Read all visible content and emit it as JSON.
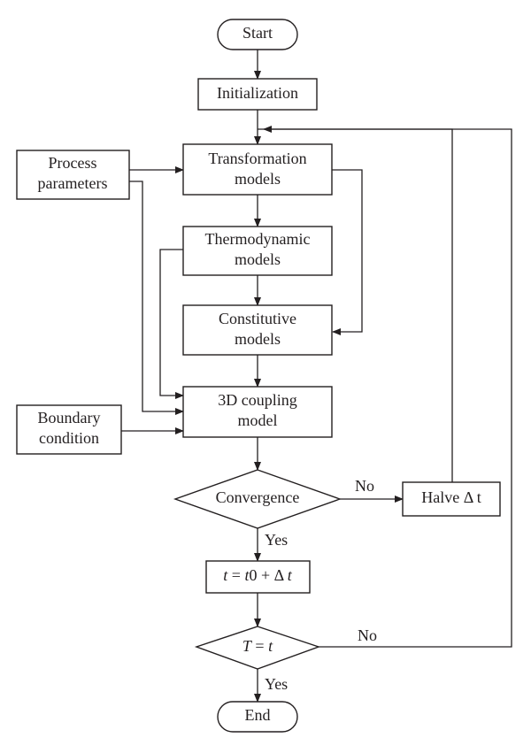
{
  "nodes": {
    "start": "Start",
    "initialization": "Initialization",
    "process_parameters": [
      "Process",
      "parameters"
    ],
    "transformation_models": [
      "Transformation",
      "models"
    ],
    "thermodynamic_models": [
      "Thermodynamic",
      "models"
    ],
    "constitutive_models": [
      "Constitutive",
      "models"
    ],
    "coupling_model": [
      "3D coupling",
      "model"
    ],
    "boundary_condition": [
      "Boundary",
      "condition"
    ],
    "convergence": "Convergence",
    "halve": "Halve Δ t",
    "update_t": {
      "lhs": "t",
      "eq1": " = ",
      "t0": "t",
      "zero": "0 + Δ ",
      "dt": "t"
    },
    "check_T": {
      "T": "T",
      "eq": " = ",
      "t": "t"
    },
    "end": "End"
  },
  "edge_labels": {
    "convergence_no": "No",
    "convergence_yes": "Yes",
    "check_no": "No",
    "check_yes": "Yes"
  },
  "colors": {
    "stroke": "#231f20",
    "fill": "#ffffff"
  }
}
